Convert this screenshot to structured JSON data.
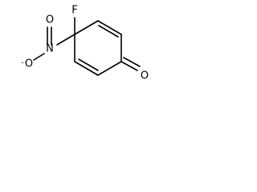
{
  "atoms": {
    "fluorine": "F",
    "nitrogen": "N",
    "oxygen_nitro_top": "O",
    "oxygen_nitro_left": "O",
    "oxygen_nitro_left_charge": "-",
    "oxygen_carbonyl": "O"
  },
  "colors": {
    "bond": "#000000",
    "label": "#000000",
    "background": "#ffffff"
  }
}
